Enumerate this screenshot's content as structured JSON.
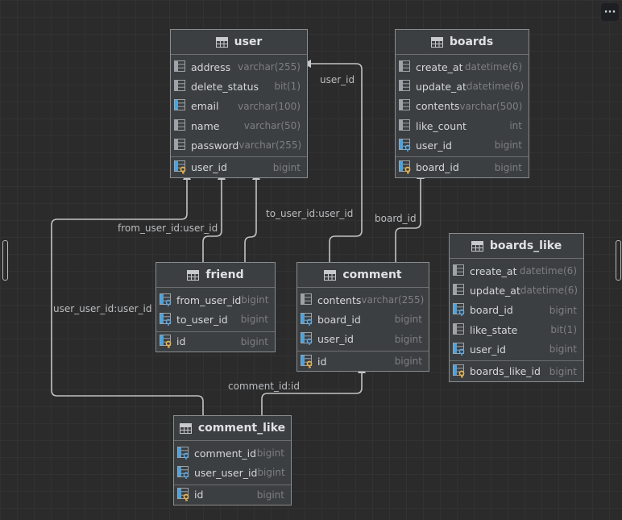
{
  "menu_label": "···",
  "tables": {
    "user": {
      "name": "user",
      "columns": [
        {
          "name": "address",
          "type": "varchar(255)",
          "kind": "column-icon"
        },
        {
          "name": "delete_status",
          "type": "bit(1)",
          "kind": "column-icon"
        },
        {
          "name": "email",
          "type": "varchar(100)",
          "kind": "unique-column-icon"
        },
        {
          "name": "name",
          "type": "varchar(50)",
          "kind": "column-icon"
        },
        {
          "name": "password",
          "type": "varchar(255)",
          "kind": "column-icon"
        },
        {
          "name": "user_id",
          "type": "bigint",
          "kind": "primary-key-icon"
        }
      ]
    },
    "boards": {
      "name": "boards",
      "columns": [
        {
          "name": "create_at",
          "type": "datetime(6)",
          "kind": "column-icon"
        },
        {
          "name": "update_at",
          "type": "datetime(6)",
          "kind": "column-icon"
        },
        {
          "name": "contents",
          "type": "varchar(500)",
          "kind": "column-icon"
        },
        {
          "name": "like_count",
          "type": "int",
          "kind": "column-icon"
        },
        {
          "name": "user_id",
          "type": "bigint",
          "kind": "foreign-key-icon"
        },
        {
          "name": "board_id",
          "type": "bigint",
          "kind": "primary-key-icon"
        }
      ]
    },
    "friend": {
      "name": "friend",
      "columns": [
        {
          "name": "from_user_id",
          "type": "bigint",
          "kind": "foreign-key-icon"
        },
        {
          "name": "to_user_id",
          "type": "bigint",
          "kind": "foreign-key-icon"
        },
        {
          "name": "id",
          "type": "bigint",
          "kind": "primary-key-icon"
        }
      ]
    },
    "comment": {
      "name": "comment",
      "columns": [
        {
          "name": "contents",
          "type": "varchar(255)",
          "kind": "column-icon"
        },
        {
          "name": "board_id",
          "type": "bigint",
          "kind": "foreign-key-icon"
        },
        {
          "name": "user_id",
          "type": "bigint",
          "kind": "foreign-key-icon"
        },
        {
          "name": "id",
          "type": "bigint",
          "kind": "primary-key-icon"
        }
      ]
    },
    "boards_like": {
      "name": "boards_like",
      "columns": [
        {
          "name": "create_at",
          "type": "datetime(6)",
          "kind": "column-icon"
        },
        {
          "name": "update_at",
          "type": "datetime(6)",
          "kind": "column-icon"
        },
        {
          "name": "board_id",
          "type": "bigint",
          "kind": "foreign-key-icon"
        },
        {
          "name": "like_state",
          "type": "bit(1)",
          "kind": "column-icon"
        },
        {
          "name": "user_id",
          "type": "bigint",
          "kind": "foreign-key-icon"
        },
        {
          "name": "boards_like_id",
          "type": "bigint",
          "kind": "primary-key-icon"
        }
      ]
    },
    "comment_like": {
      "name": "comment_like",
      "columns": [
        {
          "name": "comment_id",
          "type": "bigint",
          "kind": "foreign-key-icon"
        },
        {
          "name": "user_user_id",
          "type": "bigint",
          "kind": "foreign-key-icon"
        },
        {
          "name": "id",
          "type": "bigint",
          "kind": "primary-key-icon"
        }
      ]
    }
  },
  "relations": {
    "boards_user": "user_id",
    "friend_from": "from_user_id:user_id",
    "friend_to": "to_user_id:user_id",
    "comment_board": "board_id",
    "comment_like_user": "user_user_id:user_id",
    "comment_like_comment": "comment_id:id"
  }
}
